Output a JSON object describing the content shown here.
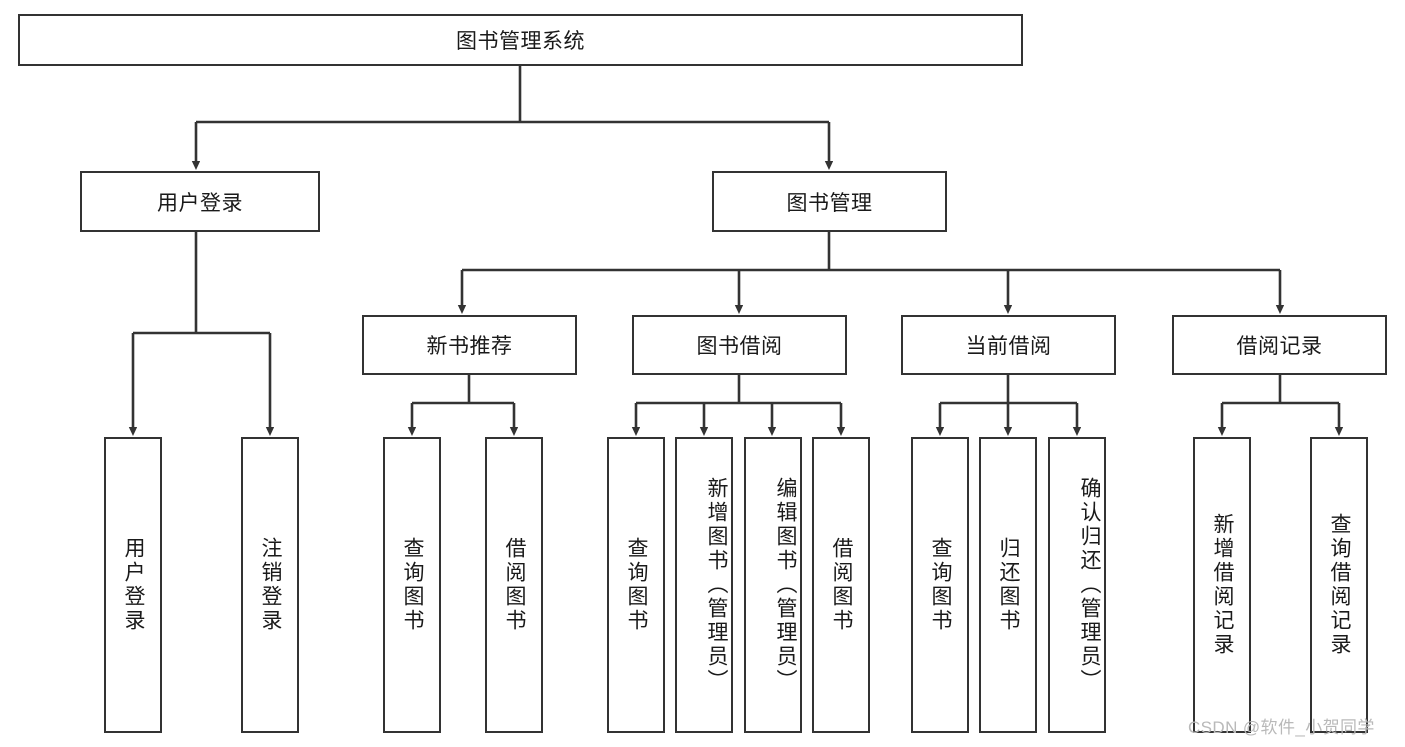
{
  "diagram": {
    "title": "图书管理系统",
    "type": "tree-hierarchy-flowchart",
    "root": {
      "label": "图书管理系统"
    },
    "tier2": [
      {
        "label": "用户登录"
      },
      {
        "label": "图书管理"
      }
    ],
    "tier3": [
      {
        "label": "新书推荐"
      },
      {
        "label": "图书借阅"
      },
      {
        "label": "当前借阅"
      },
      {
        "label": "借阅记录"
      }
    ],
    "leaves": {
      "user_login": [
        {
          "label": "用户登录"
        },
        {
          "label": "注销登录"
        }
      ],
      "new_book_recommend": [
        {
          "label": "查询图书"
        },
        {
          "label": "借阅图书"
        }
      ],
      "book_borrow": [
        {
          "label": "查询图书"
        },
        {
          "label": "新增图书（管理员）"
        },
        {
          "label": "编辑图书（管理员）"
        },
        {
          "label": "借阅图书"
        }
      ],
      "current_borrow": [
        {
          "label": "查询图书"
        },
        {
          "label": "归还图书"
        },
        {
          "label": "确认归还（管理员）"
        }
      ],
      "borrow_records": [
        {
          "label": "新增借阅记录"
        },
        {
          "label": "查询借阅记录"
        }
      ]
    }
  },
  "watermark": {
    "text": "CSDN @软件_小贺同学"
  },
  "colors": {
    "stroke": "#333333",
    "box_fill": "#ffffff",
    "text": "#1a1a1a",
    "watermark": "#b9b9b9",
    "page_background": "#ffffff"
  }
}
